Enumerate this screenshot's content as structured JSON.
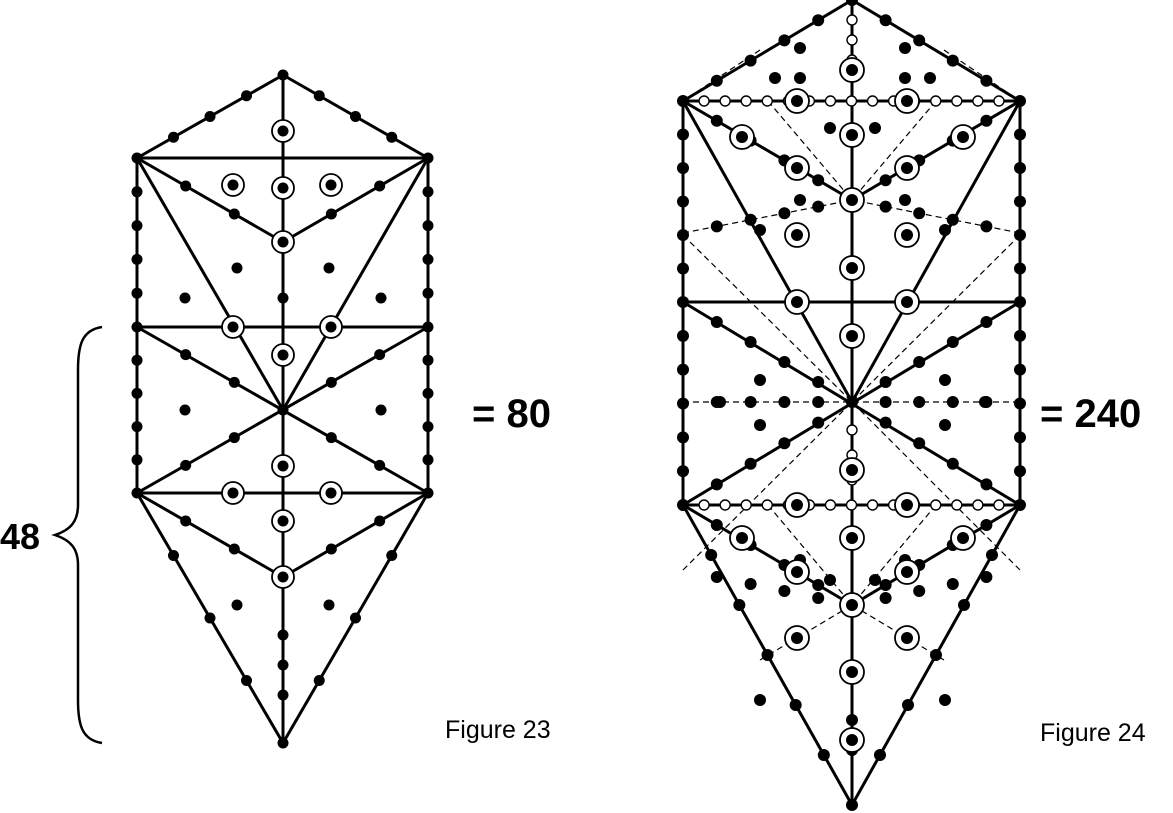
{
  "figure23": {
    "caption": "Figure 23",
    "total_label": "= 80",
    "bracket_label": "48"
  },
  "figure24": {
    "caption": "Figure 24",
    "total_label": "= 240"
  },
  "colors": {
    "ink": "#000000",
    "background": "#ffffff"
  }
}
